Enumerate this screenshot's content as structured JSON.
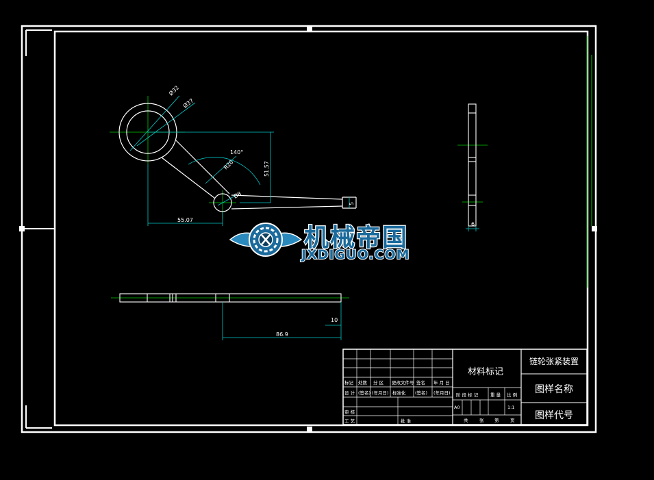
{
  "dimensions": {
    "dia_outer": "Ø32",
    "dia_inner": "Ø37",
    "angle": "140°",
    "radius": "R20",
    "dia_small": "Ø8",
    "height": "51.57",
    "width": "55.07",
    "end_thickness": "5",
    "side_thickness": "6",
    "length": "86.9",
    "offset": "10"
  },
  "title_block": {
    "material_mark": "材料标记",
    "drawing_title": "链轮张紧装置",
    "drawing_name": "图样名称",
    "drawing_code": "图样代号",
    "row1": [
      "标记",
      "处数",
      "分 区",
      "更改文件号",
      "签名",
      "年 月 日"
    ],
    "row2": [
      "设 计",
      "(签名)",
      "(年月日)",
      "标准化",
      "(签名)",
      "(年月日)"
    ],
    "row3": [
      "审 核"
    ],
    "row4": [
      "工 艺",
      "批 准"
    ],
    "stage_headers": [
      "阶 段 标 记",
      "重 量",
      "比 例"
    ],
    "stage_mark": "A0",
    "scale": "1:1",
    "sheet_row": [
      "共",
      "张",
      "第",
      "页"
    ]
  },
  "watermark": {
    "cn": "机械帝国",
    "en": "JXDIGUO.COM"
  },
  "colors": {
    "background": "#000000",
    "frame": "#ffffff",
    "geometry": "#ffffff",
    "dimension": "#00c8c8",
    "centerline": "#00cc00",
    "logo_blue": "#1a6a9c"
  }
}
